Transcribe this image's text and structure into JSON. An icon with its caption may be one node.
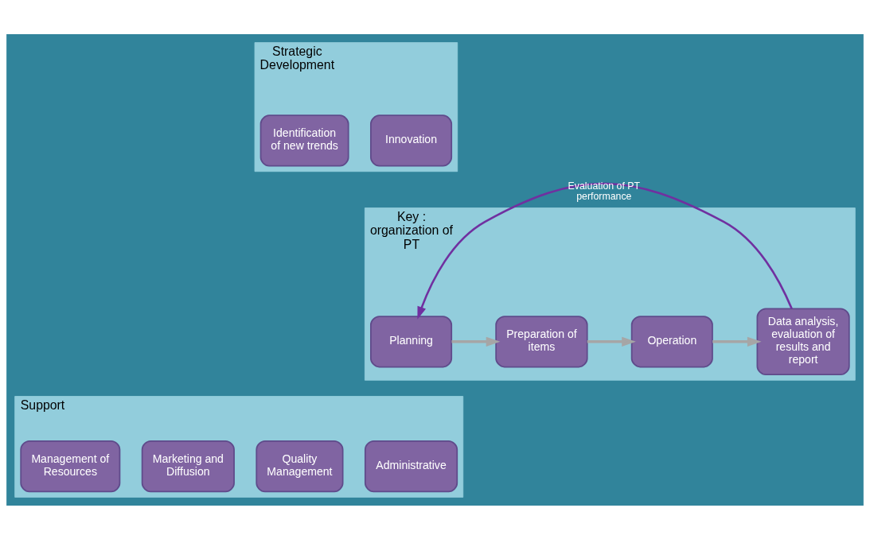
{
  "diagram": {
    "nodes": [
      {
        "text": [
          "Strategic Development"
        ]
      },
      {
        "text": [
          "Innovation"
        ],
        "in": 0
      },
      {
        "text": [
          "Identification of new trends"
        ],
        "in": 0
      },
      {
        "text": [
          "Key : organization of PT"
        ]
      },
      {
        "text": [
          "Planning"
        ],
        "in": 3
      },
      {
        "text": [
          "Preparation of items"
        ],
        "in": 3
      },
      {
        "text": [
          "Operation"
        ],
        "in": 3
      },
      {
        "text": [
          "Data analysis, evaluation of results and report"
        ],
        "in": 3
      },
      {
        "text": [
          "Support"
        ]
      },
      {
        "text": [
          "Administrative"
        ],
        "in": 8
      },
      {
        "text": [
          "Quality Management"
        ],
        "in": 8
      },
      {
        "text": [
          "Marketing and Diffusion"
        ],
        "in": 8
      },
      {
        "text": [
          "Management of Resources"
        ],
        "in": 8
      }
    ],
    "edges": [
      {
        "from": 4,
        "to": 5,
        "arrow": "to"
      },
      {
        "from": 5,
        "to": 6,
        "arrow": "to"
      },
      {
        "from": 6,
        "to": 7,
        "arrow": "to"
      },
      {
        "from": 7,
        "to": 4,
        "arrow": "to",
        "label": "Evaluation of PT performance",
        "color": "#7030a0"
      }
    ]
  }
}
